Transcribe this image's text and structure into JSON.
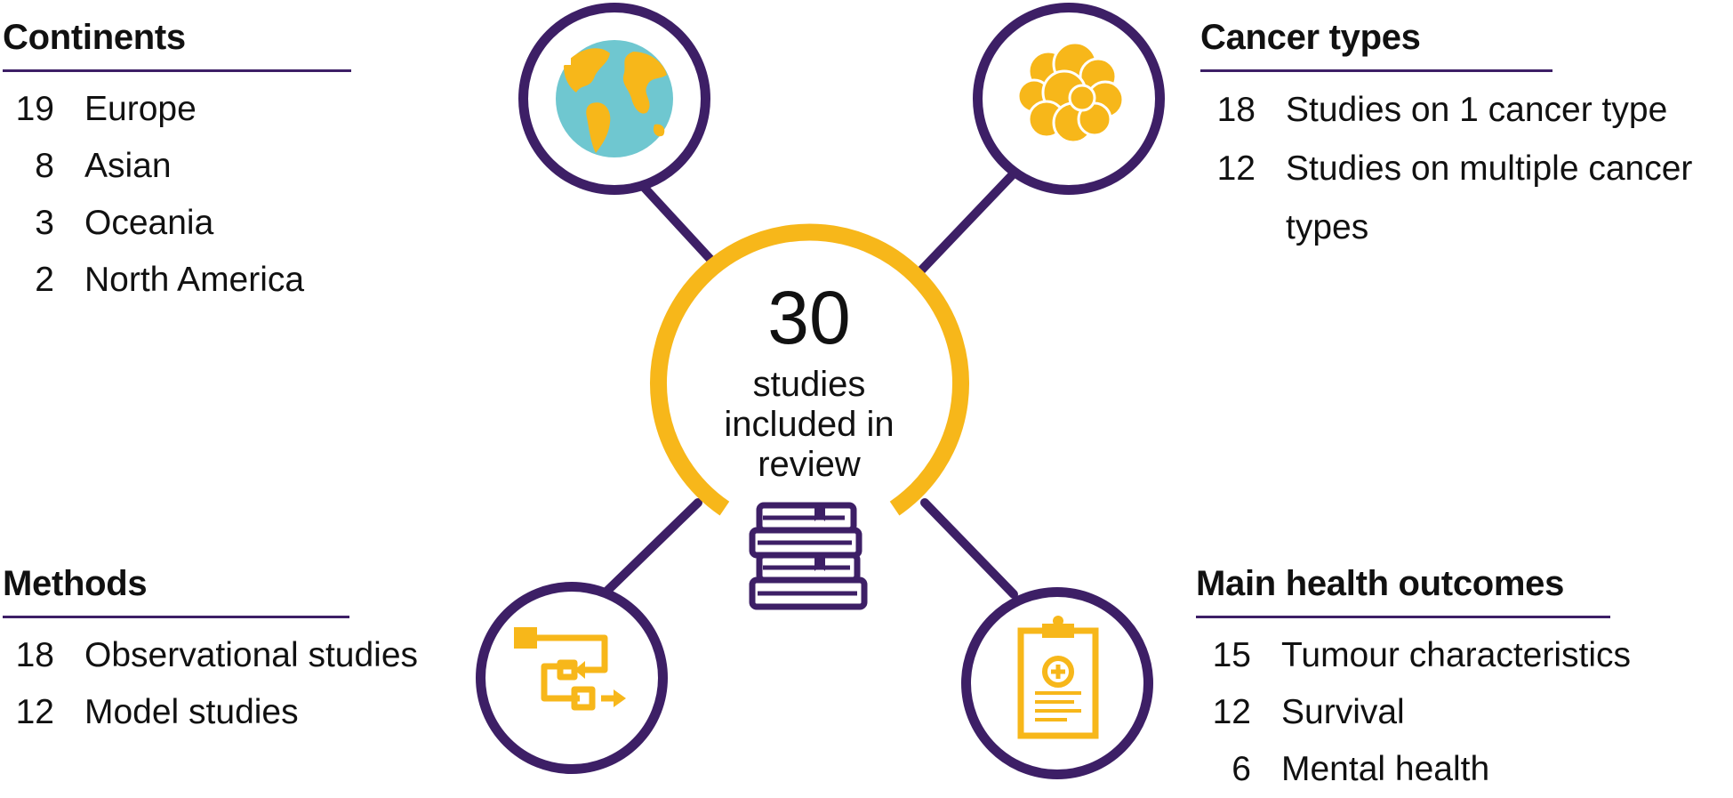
{
  "center": {
    "count": "30",
    "caption": "studies included in review"
  },
  "continents": {
    "title": "Continents",
    "items": [
      {
        "count": "19",
        "label": "Europe"
      },
      {
        "count": "8",
        "label": "Asian"
      },
      {
        "count": "3",
        "label": "Oceania"
      },
      {
        "count": "2",
        "label": "North America"
      }
    ]
  },
  "cancer_types": {
    "title": "Cancer types",
    "items": [
      {
        "count": "18",
        "label": "Studies on 1 cancer type"
      },
      {
        "count": "12",
        "label": "Studies on multiple cancer types"
      }
    ]
  },
  "methods": {
    "title": "Methods",
    "items": [
      {
        "count": "18",
        "label": "Observational studies"
      },
      {
        "count": "12",
        "label": "Model studies"
      }
    ]
  },
  "outcomes": {
    "title": "Main health outcomes",
    "items": [
      {
        "count": "15",
        "label": "Tumour characteristics"
      },
      {
        "count": "12",
        "label": "Survival"
      },
      {
        "count": "6",
        "label": "Mental health"
      }
    ]
  },
  "colors": {
    "accent_yellow": "#f7b71a",
    "accent_purple": "#3d1f66",
    "globe_ocean": "#6fc7d0",
    "text": "#111111"
  },
  "icons": [
    "globe-icon",
    "cells-icon",
    "flowchart-icon",
    "clipboard-icon",
    "books-icon"
  ]
}
